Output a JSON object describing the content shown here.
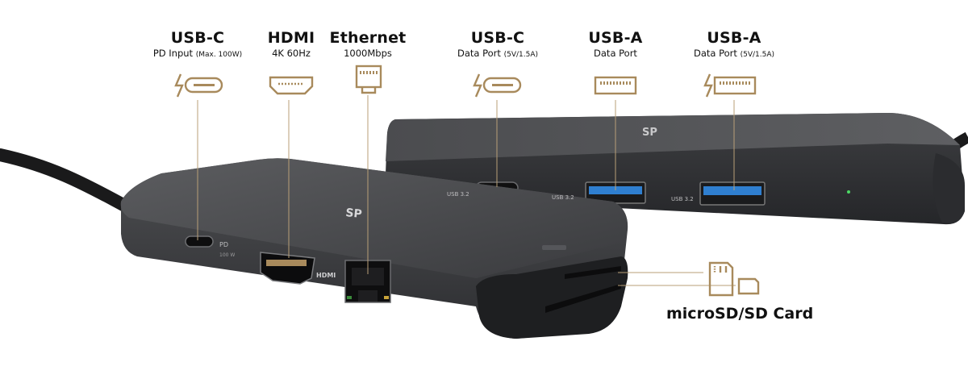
{
  "labels": {
    "usbc_pd": {
      "title": "USB-C",
      "sub": "PD Input",
      "note": "(Max. 100W)"
    },
    "hdmi": {
      "title": "HDMI",
      "sub": "4K 60Hz"
    },
    "ethernet": {
      "title": "Ethernet",
      "sub": "1000Mbps"
    },
    "usbc_data": {
      "title": "USB-C",
      "sub": "Data Port",
      "note": "(5V/1.5A)"
    },
    "usba_1": {
      "title": "USB-A",
      "sub": "Data Port"
    },
    "usba_2": {
      "title": "USB-A",
      "sub": "Data Port",
      "note": "(5V/1.5A)"
    },
    "card": "microSD/SD Card"
  },
  "device_marks": {
    "logo": "SP",
    "pd": "PD",
    "watt": "100 W",
    "hdmi": "HDMI",
    "usb32": "USB 3.2"
  },
  "colors": {
    "accent_gold": "#a88a5c",
    "device_dark": "#3b3c3f",
    "port_blue": "#2f7fd0"
  }
}
